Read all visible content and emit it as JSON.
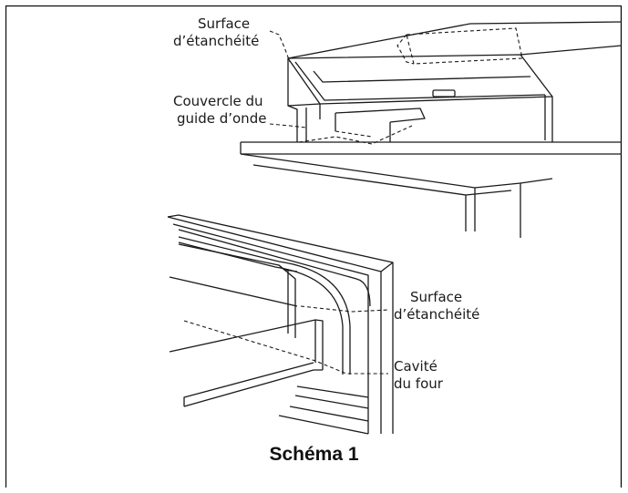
{
  "figure": {
    "caption": "Schéma 1",
    "labels": {
      "top_seal_1": "Surface",
      "top_seal_2": "d’étanchéité",
      "waveguide_1": "Couvercle du",
      "waveguide_2": "guide d’onde",
      "bottom_seal_1": "Surface",
      "bottom_seal_2": "d’étanchéité",
      "cavity_1": "Cavité",
      "cavity_2": "du four"
    }
  },
  "colors": {
    "line": "#1a1a1a",
    "frame": "#000000"
  }
}
